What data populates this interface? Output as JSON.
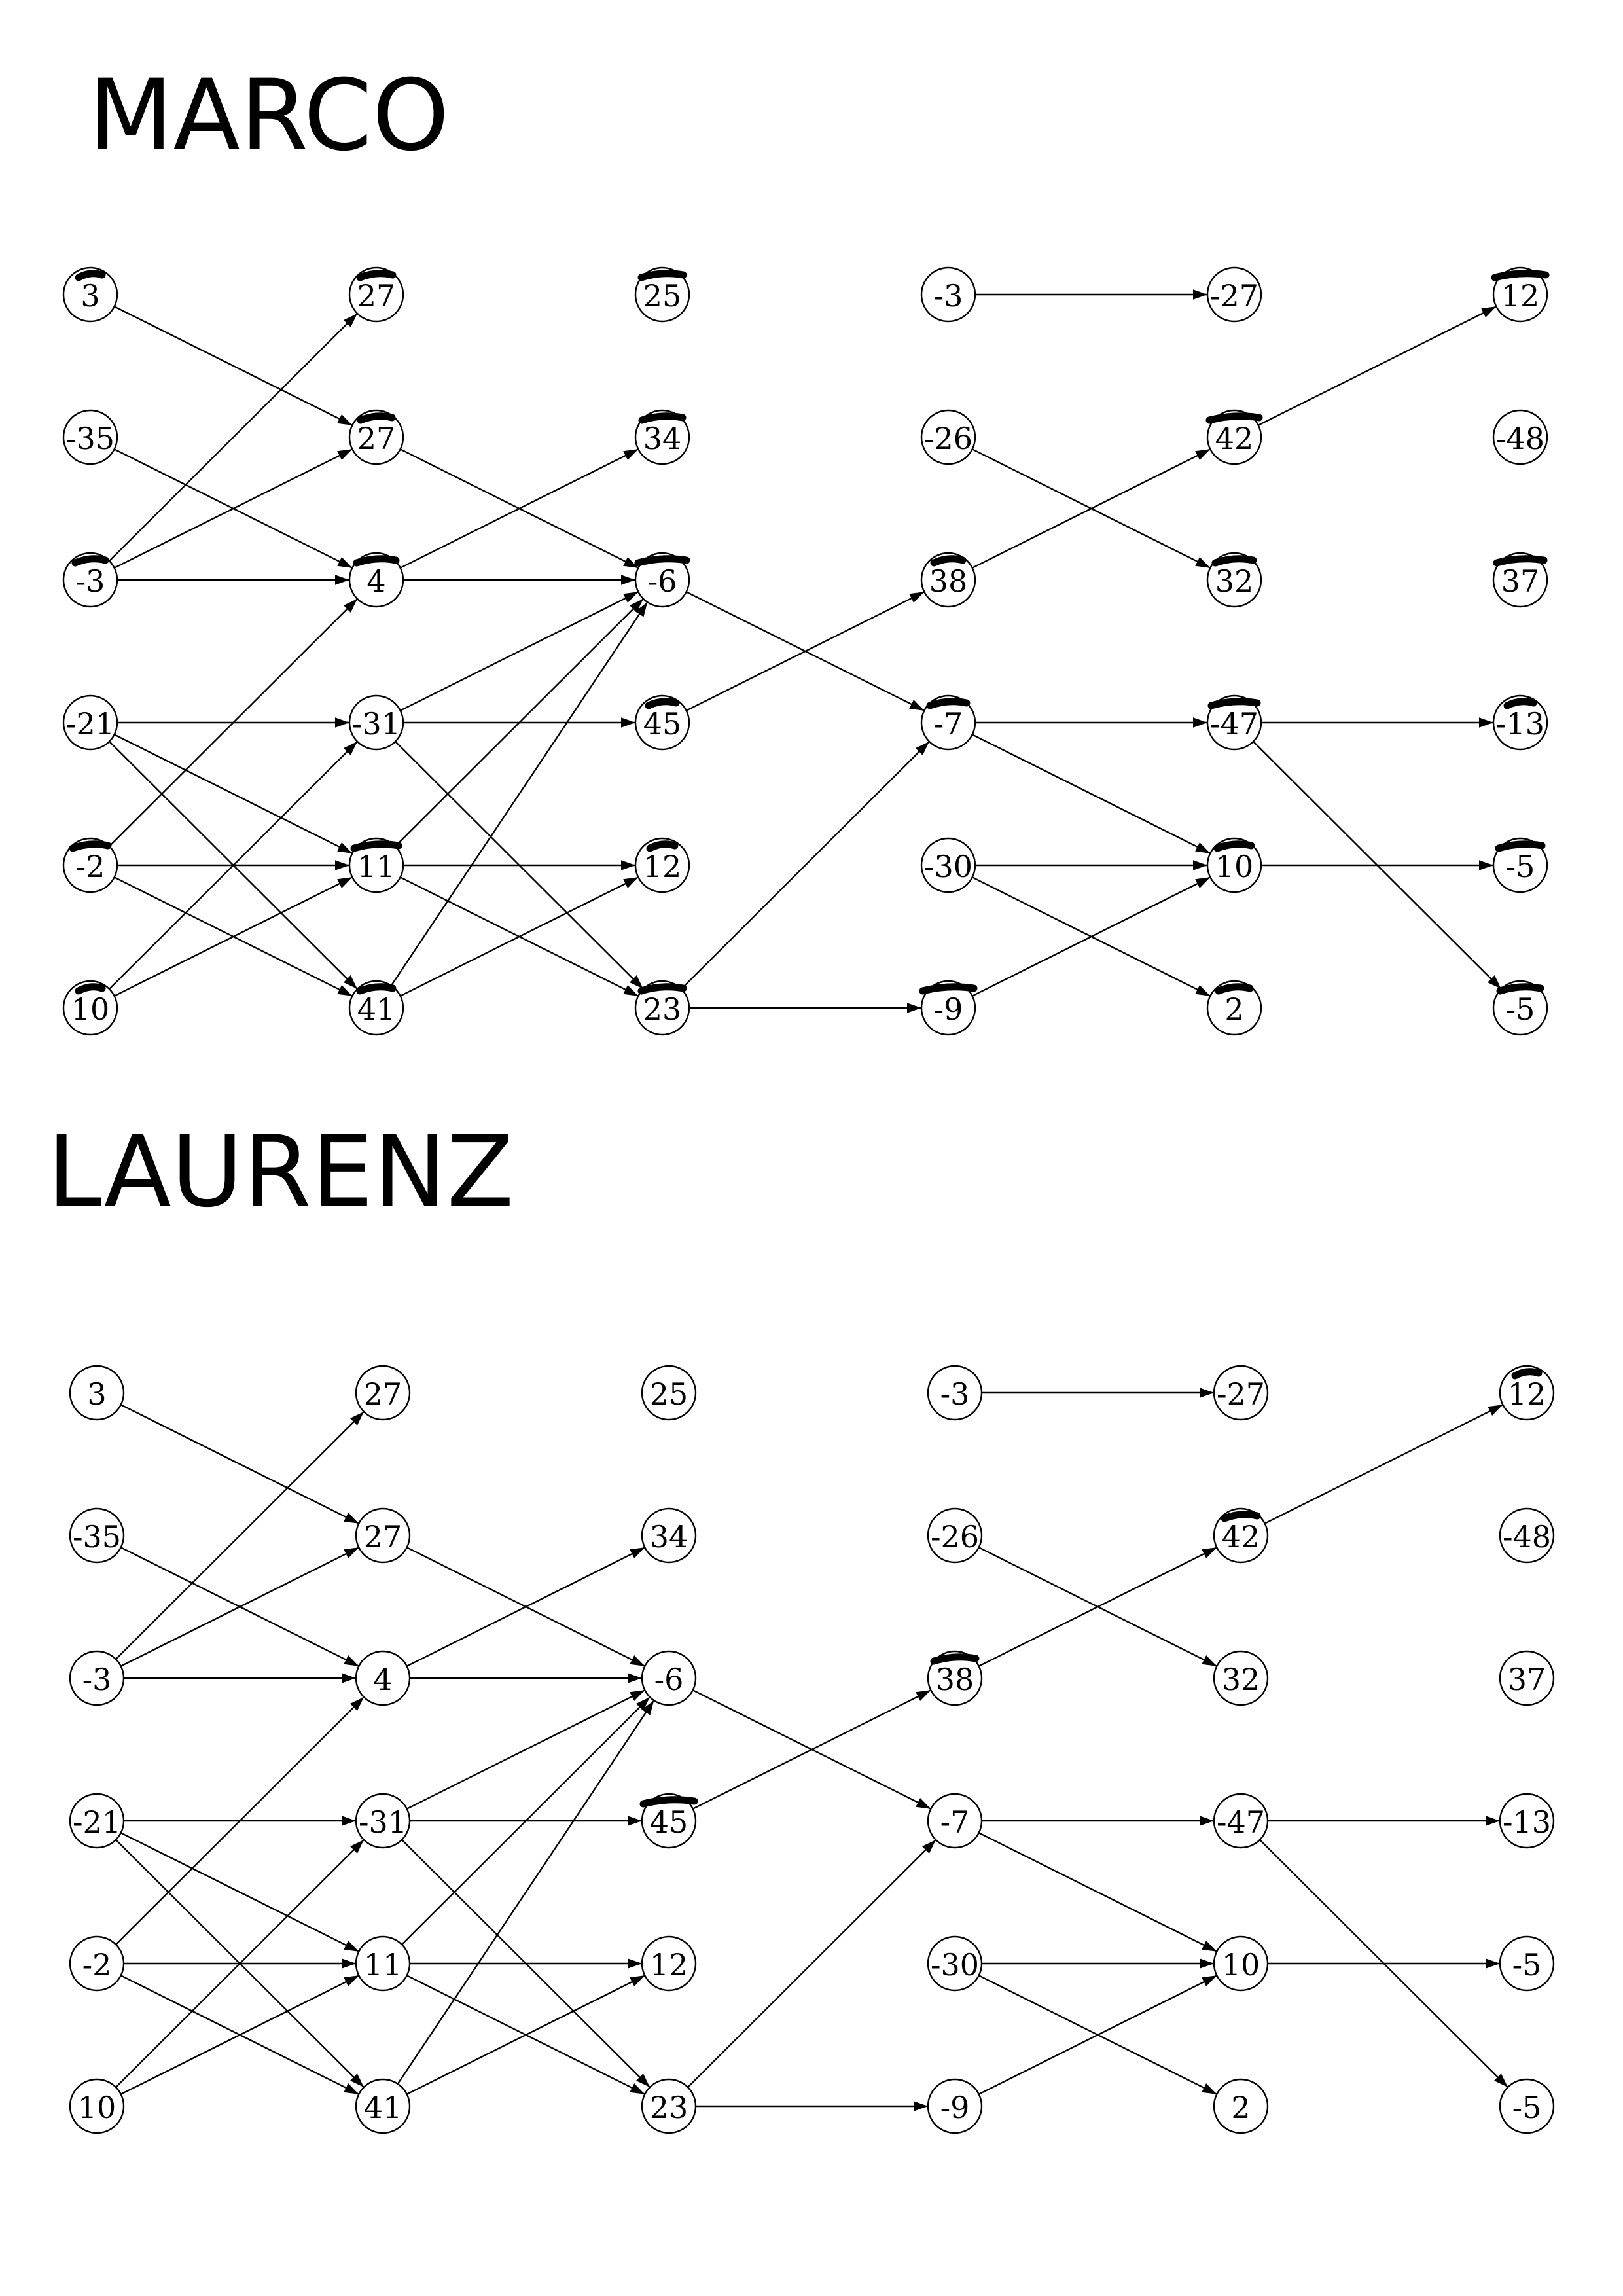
{
  "graphs": [
    {
      "title": "MARCO",
      "nodes": [
        [
          "3",
          "27",
          "25",
          "-3",
          "-27",
          "12"
        ],
        [
          "-35",
          "27",
          "34",
          "-26",
          "42",
          "-48"
        ],
        [
          "-3",
          "4",
          "-6",
          "38",
          "32",
          "37"
        ],
        [
          "-21",
          "-31",
          "45",
          "-7",
          "-47",
          "-13"
        ],
        [
          "-2",
          "11",
          "12",
          "-30",
          "10",
          "-5"
        ],
        [
          "10",
          "41",
          "23",
          "-9",
          "2",
          "-5"
        ]
      ],
      "edges": [
        [
          0,
          0,
          1,
          1
        ],
        [
          1,
          0,
          2,
          1
        ],
        [
          2,
          0,
          0,
          1
        ],
        [
          2,
          0,
          1,
          1
        ],
        [
          2,
          0,
          2,
          1
        ],
        [
          3,
          0,
          3,
          1
        ],
        [
          3,
          0,
          4,
          1
        ],
        [
          3,
          0,
          5,
          1
        ],
        [
          4,
          0,
          2,
          1
        ],
        [
          4,
          0,
          4,
          1
        ],
        [
          4,
          0,
          5,
          1
        ],
        [
          5,
          0,
          3,
          1
        ],
        [
          5,
          0,
          4,
          1
        ],
        [
          1,
          1,
          2,
          2
        ],
        [
          2,
          1,
          1,
          2
        ],
        [
          2,
          1,
          2,
          2
        ],
        [
          3,
          1,
          2,
          2
        ],
        [
          3,
          1,
          3,
          2
        ],
        [
          3,
          1,
          5,
          2
        ],
        [
          4,
          1,
          2,
          2
        ],
        [
          4,
          1,
          4,
          2
        ],
        [
          4,
          1,
          5,
          2
        ],
        [
          5,
          1,
          2,
          2
        ],
        [
          5,
          1,
          4,
          2
        ],
        [
          2,
          2,
          3,
          3
        ],
        [
          3,
          2,
          2,
          3
        ],
        [
          5,
          2,
          3,
          3
        ],
        [
          5,
          2,
          5,
          3
        ],
        [
          0,
          3,
          0,
          4
        ],
        [
          1,
          3,
          2,
          4
        ],
        [
          2,
          3,
          1,
          4
        ],
        [
          3,
          3,
          3,
          4
        ],
        [
          3,
          3,
          4,
          4
        ],
        [
          4,
          3,
          4,
          4
        ],
        [
          4,
          3,
          5,
          4
        ],
        [
          5,
          3,
          4,
          4
        ],
        [
          1,
          4,
          0,
          5
        ],
        [
          3,
          4,
          3,
          5
        ],
        [
          3,
          4,
          5,
          5
        ],
        [
          4,
          4,
          4,
          5
        ]
      ],
      "marked": [
        [
          0,
          0
        ],
        [
          0,
          1
        ],
        [
          0,
          2
        ],
        [
          0,
          5
        ],
        [
          1,
          1
        ],
        [
          1,
          2
        ],
        [
          1,
          4
        ],
        [
          2,
          0
        ],
        [
          2,
          1
        ],
        [
          2,
          2
        ],
        [
          2,
          3
        ],
        [
          2,
          4
        ],
        [
          2,
          5
        ],
        [
          3,
          2
        ],
        [
          3,
          3
        ],
        [
          3,
          4
        ],
        [
          3,
          5
        ],
        [
          4,
          0
        ],
        [
          4,
          1
        ],
        [
          4,
          2
        ],
        [
          4,
          4
        ],
        [
          4,
          5
        ],
        [
          5,
          0
        ],
        [
          5,
          1
        ],
        [
          5,
          2
        ],
        [
          5,
          3
        ],
        [
          5,
          4
        ],
        [
          5,
          5
        ]
      ]
    },
    {
      "title": "LAURENZ",
      "nodes": [
        [
          "3",
          "27",
          "25",
          "-3",
          "-27",
          "12"
        ],
        [
          "-35",
          "27",
          "34",
          "-26",
          "42",
          "-48"
        ],
        [
          "-3",
          "4",
          "-6",
          "38",
          "32",
          "37"
        ],
        [
          "-21",
          "-31",
          "45",
          "-7",
          "-47",
          "-13"
        ],
        [
          "-2",
          "11",
          "12",
          "-30",
          "10",
          "-5"
        ],
        [
          "10",
          "41",
          "23",
          "-9",
          "2",
          "-5"
        ]
      ],
      "edges": [
        [
          0,
          0,
          1,
          1
        ],
        [
          1,
          0,
          2,
          1
        ],
        [
          2,
          0,
          0,
          1
        ],
        [
          2,
          0,
          1,
          1
        ],
        [
          2,
          0,
          2,
          1
        ],
        [
          3,
          0,
          3,
          1
        ],
        [
          3,
          0,
          4,
          1
        ],
        [
          3,
          0,
          5,
          1
        ],
        [
          4,
          0,
          2,
          1
        ],
        [
          4,
          0,
          4,
          1
        ],
        [
          4,
          0,
          5,
          1
        ],
        [
          5,
          0,
          3,
          1
        ],
        [
          5,
          0,
          4,
          1
        ],
        [
          1,
          1,
          2,
          2
        ],
        [
          2,
          1,
          1,
          2
        ],
        [
          2,
          1,
          2,
          2
        ],
        [
          3,
          1,
          2,
          2
        ],
        [
          3,
          1,
          3,
          2
        ],
        [
          3,
          1,
          5,
          2
        ],
        [
          4,
          1,
          2,
          2
        ],
        [
          4,
          1,
          4,
          2
        ],
        [
          4,
          1,
          5,
          2
        ],
        [
          5,
          1,
          2,
          2
        ],
        [
          5,
          1,
          4,
          2
        ],
        [
          2,
          2,
          3,
          3
        ],
        [
          3,
          2,
          2,
          3
        ],
        [
          5,
          2,
          3,
          3
        ],
        [
          5,
          2,
          5,
          3
        ],
        [
          0,
          3,
          0,
          4
        ],
        [
          1,
          3,
          2,
          4
        ],
        [
          2,
          3,
          1,
          4
        ],
        [
          3,
          3,
          3,
          4
        ],
        [
          3,
          3,
          4,
          4
        ],
        [
          4,
          3,
          4,
          4
        ],
        [
          4,
          3,
          5,
          4
        ],
        [
          5,
          3,
          4,
          4
        ],
        [
          1,
          4,
          0,
          5
        ],
        [
          3,
          4,
          3,
          5
        ],
        [
          3,
          4,
          5,
          5
        ],
        [
          4,
          4,
          4,
          5
        ]
      ],
      "marked": [
        [
          0,
          5
        ],
        [
          1,
          4
        ],
        [
          2,
          3
        ],
        [
          3,
          2
        ]
      ]
    }
  ]
}
